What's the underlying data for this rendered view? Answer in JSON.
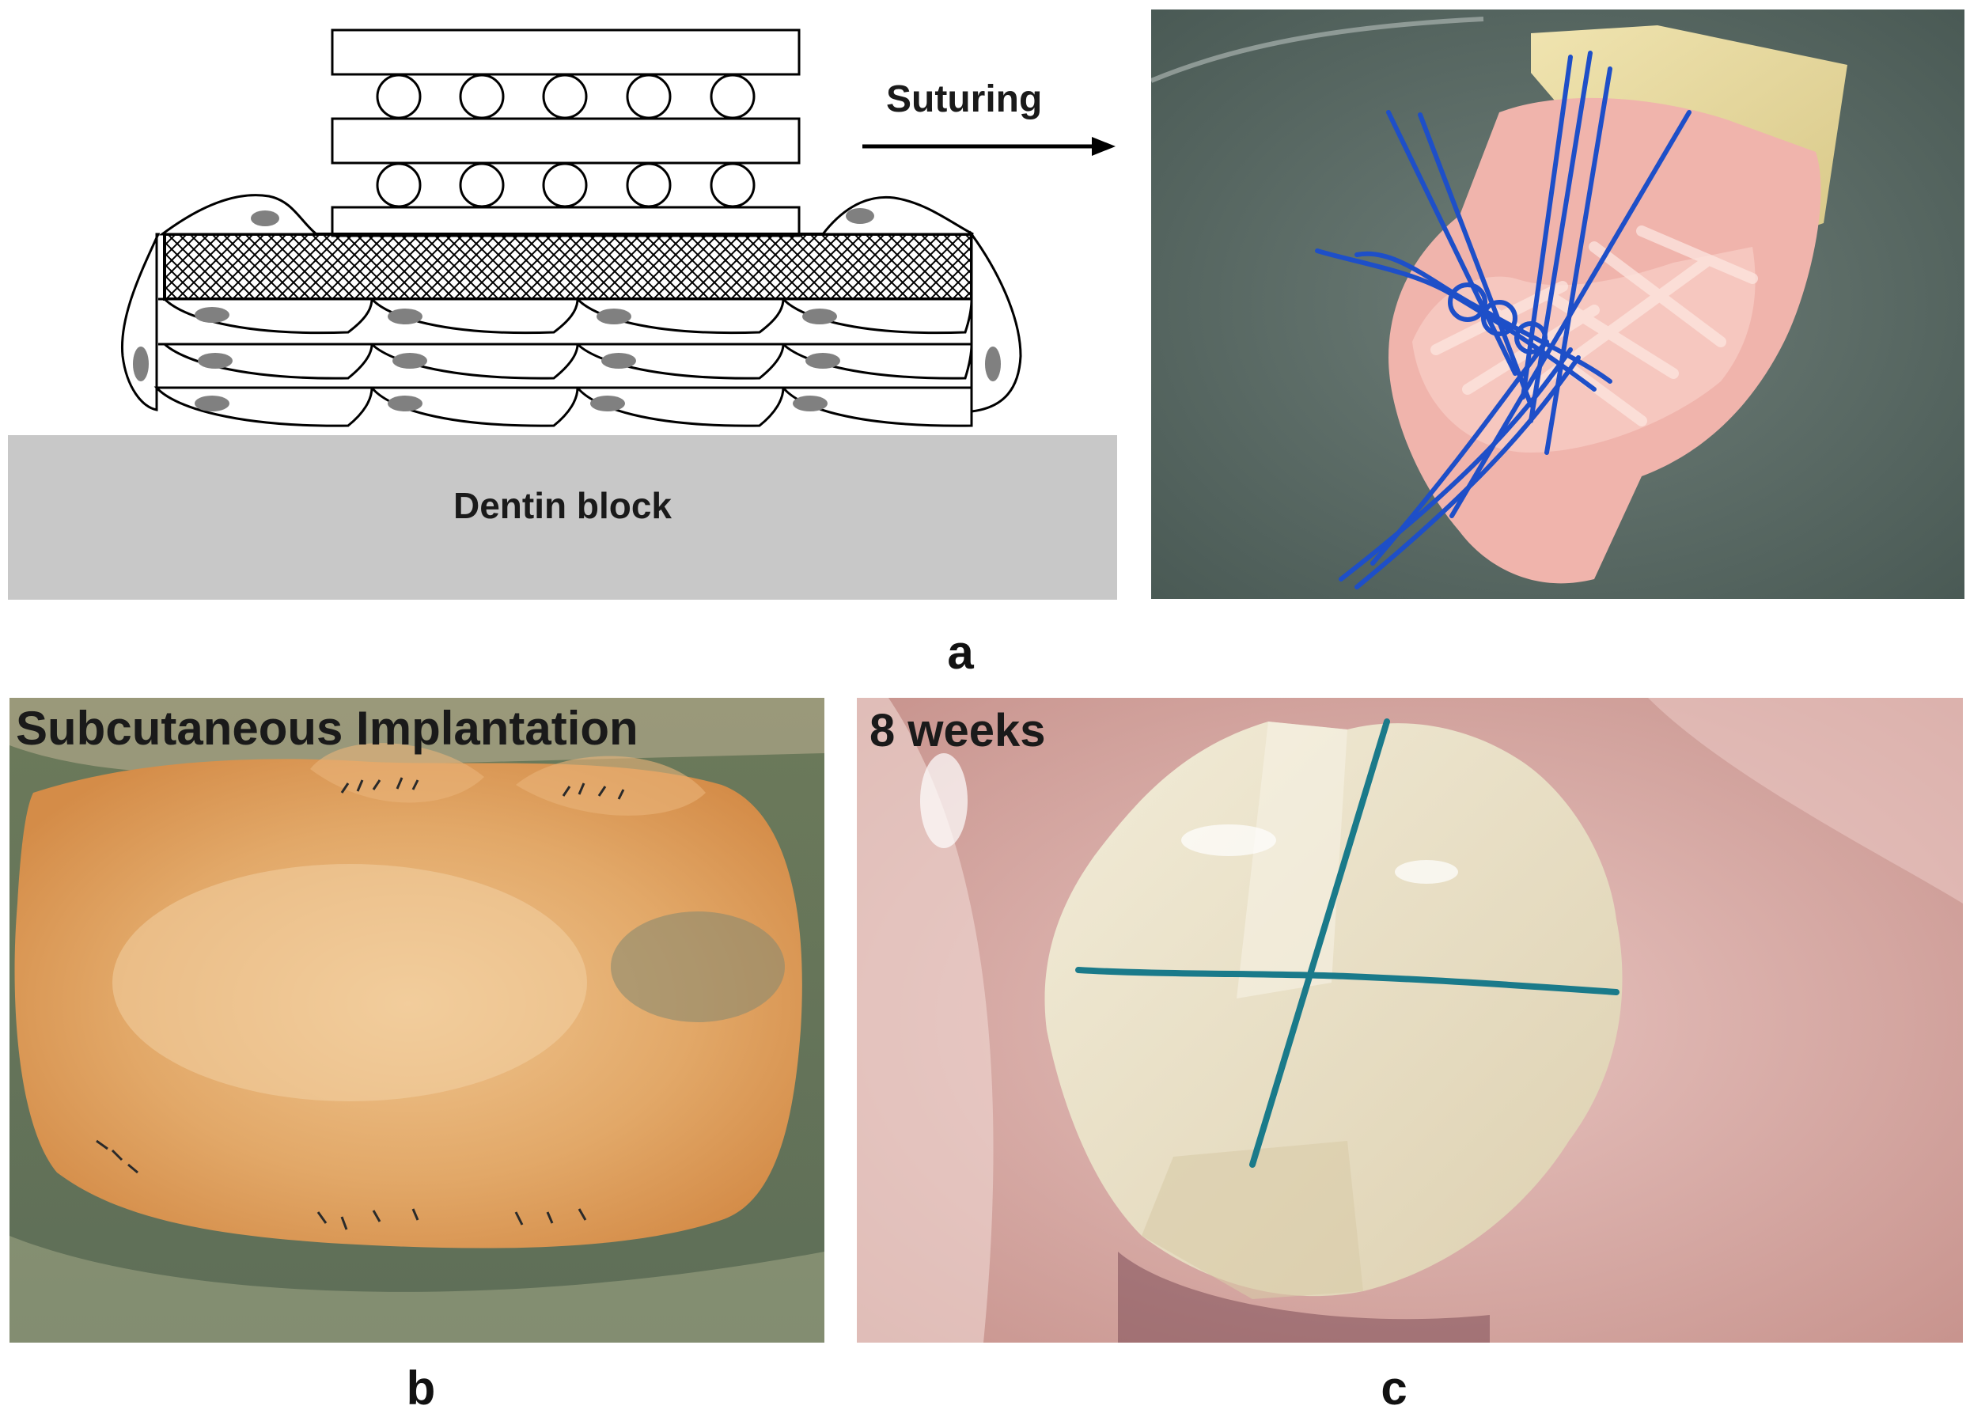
{
  "figure": {
    "panel_a": {
      "label": "a",
      "arrow_label": "Suturing",
      "block_label": "Dentin block"
    },
    "panel_b": {
      "label": "b",
      "overlay": "Subcutaneous Implantation"
    },
    "panel_c": {
      "label": "c",
      "overlay": "8 weeks"
    }
  },
  "colors": {
    "dentin_block": "#c8c8c8",
    "suture_blue": "#1e4fc8",
    "suture_teal": "#1a7a8a",
    "tissue_pink": "#f3b8b0",
    "skin_orange": "#e0a060",
    "background_grey": "#5e7068"
  }
}
